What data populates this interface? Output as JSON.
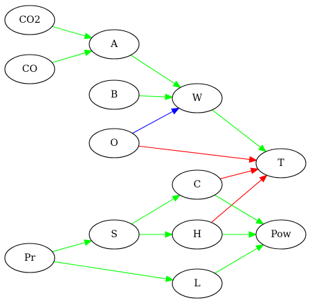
{
  "diagram": {
    "nodes": [
      {
        "id": "CO2",
        "label": "CO2"
      },
      {
        "id": "CO",
        "label": "CO"
      },
      {
        "id": "A",
        "label": "A"
      },
      {
        "id": "B",
        "label": "B"
      },
      {
        "id": "W",
        "label": "W"
      },
      {
        "id": "O",
        "label": "O"
      },
      {
        "id": "T",
        "label": "T"
      },
      {
        "id": "C",
        "label": "C"
      },
      {
        "id": "S",
        "label": "S"
      },
      {
        "id": "H",
        "label": "H"
      },
      {
        "id": "Pow",
        "label": "Pow"
      },
      {
        "id": "Pr",
        "label": "Pr"
      },
      {
        "id": "L",
        "label": "L"
      }
    ],
    "edges": [
      {
        "from": "CO2",
        "to": "A",
        "color": "#00ff00"
      },
      {
        "from": "CO",
        "to": "A",
        "color": "#00ff00"
      },
      {
        "from": "A",
        "to": "W",
        "color": "#00ff00"
      },
      {
        "from": "B",
        "to": "W",
        "color": "#00ff00"
      },
      {
        "from": "O",
        "to": "W",
        "color": "#0000ff"
      },
      {
        "from": "O",
        "to": "T",
        "color": "#ff0000"
      },
      {
        "from": "W",
        "to": "T",
        "color": "#00ff00"
      },
      {
        "from": "C",
        "to": "T",
        "color": "#ff0000"
      },
      {
        "from": "H",
        "to": "T",
        "color": "#ff0000"
      },
      {
        "from": "C",
        "to": "Pow",
        "color": "#00ff00"
      },
      {
        "from": "H",
        "to": "Pow",
        "color": "#00ff00"
      },
      {
        "from": "L",
        "to": "Pow",
        "color": "#00ff00"
      },
      {
        "from": "S",
        "to": "C",
        "color": "#00ff00"
      },
      {
        "from": "S",
        "to": "H",
        "color": "#00ff00"
      },
      {
        "from": "Pr",
        "to": "S",
        "color": "#00ff00"
      },
      {
        "from": "Pr",
        "to": "L",
        "color": "#00ff00"
      }
    ]
  }
}
